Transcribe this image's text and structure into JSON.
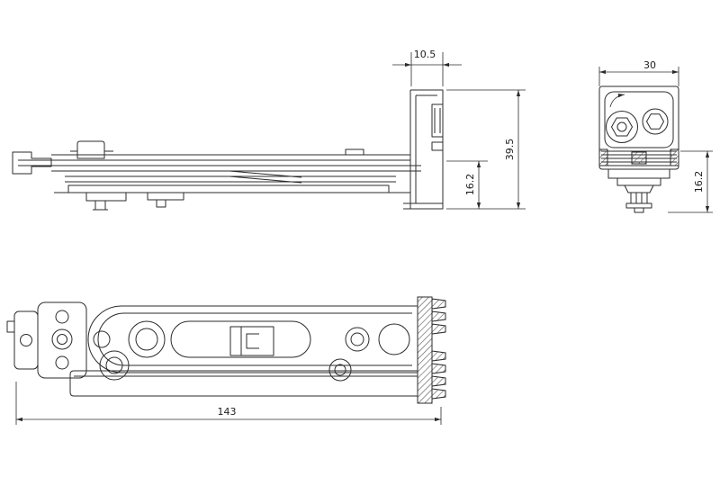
{
  "drawing": {
    "kind": "technical-drawing",
    "background": "#ffffff",
    "line_color": "#2b2b2b"
  },
  "views": {
    "side": {
      "label": "side-elevation-view",
      "dims": {
        "flange_width": "10.5",
        "overall_height": "39.5",
        "body_height": "16.2"
      }
    },
    "end": {
      "label": "end-view",
      "dims": {
        "width": "30",
        "lower_height": "16.2"
      }
    },
    "plan": {
      "label": "plan-view",
      "dims": {
        "overall_length": "143"
      }
    }
  }
}
